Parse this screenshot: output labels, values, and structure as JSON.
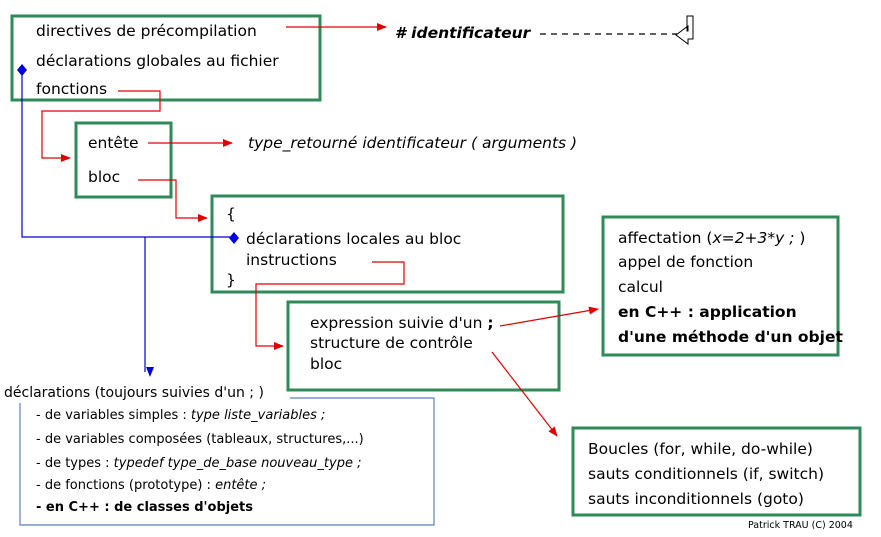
{
  "box_file": {
    "directives": "directives de précompilation",
    "globals": "déclarations globales au fichier",
    "functions": "fonctions"
  },
  "preproc_target": "# identificateur",
  "box_function": {
    "header": "entête",
    "block": "bloc"
  },
  "header_target": "type_retourné identificateur ( arguments )",
  "box_block": {
    "open": "{",
    "locals": "déclarations locales au bloc",
    "instructions": "instructions",
    "close": "}"
  },
  "box_instruction": {
    "expression": "expression suivie d'un",
    "semicolon": ";",
    "control": "structure de contrôle",
    "block": "bloc"
  },
  "box_expression": {
    "assignment": "affectation (",
    "assignment_example": "x=2+3*y ;",
    "assignment_close": ")",
    "call": "appel de fonction",
    "calc": "calcul",
    "cpp_line1": "en C++ : application",
    "cpp_line2": "d'une méthode d'un objet"
  },
  "box_control": {
    "loops": "Boucles (for, while, do-while)",
    "cond": "sauts conditionnels (if, switch)",
    "uncond": "sauts inconditionnels (goto)"
  },
  "box_declarations": {
    "title": "déclarations (toujours suivies d'un ; )",
    "simple_label": "- de variables simples : ",
    "simple_syntax": "type liste_variables ;",
    "composed": "- de variables composées (tableaux, structures,...)",
    "types_label": "- de types : ",
    "types_syntax": "typedef type_de_base nouveau_type ;",
    "functions_label": "- de fonctions (prototype) : ",
    "functions_syntax": "entête ;",
    "classes": "- en C++ : de classes d'objets"
  },
  "credit": "Patrick TRAU (C) 2004",
  "colors": {
    "box_border": "#2e8b57",
    "decl_border": "#5b7fc0",
    "arrow_red": "#e00000",
    "arrow_blue": "#0000dd"
  }
}
